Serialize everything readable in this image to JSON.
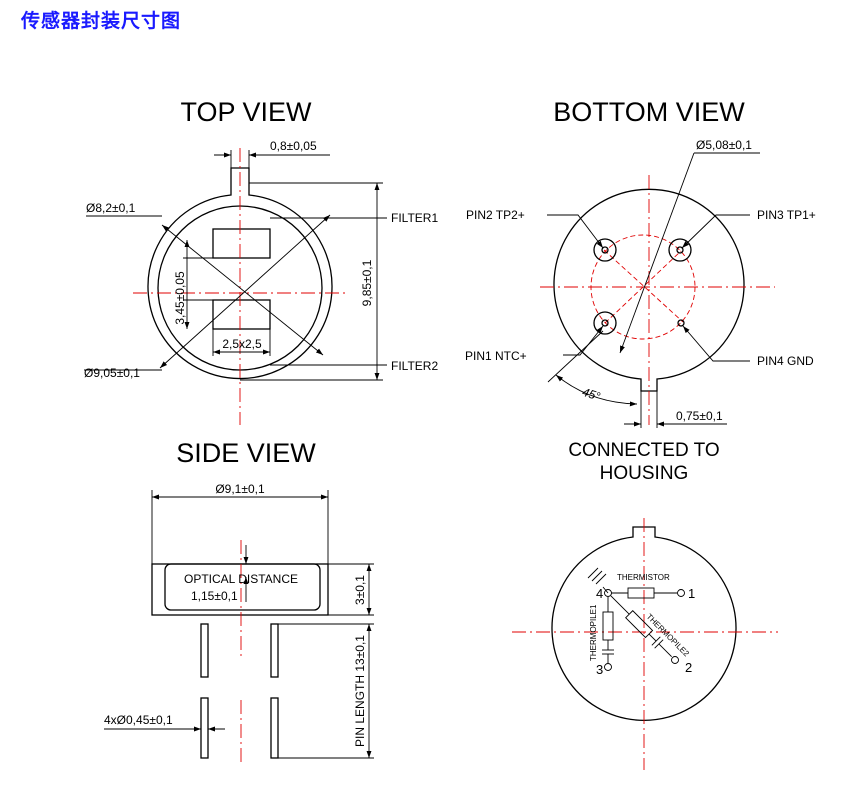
{
  "page": {
    "title": "传感器封装尺寸图"
  },
  "top_view": {
    "title": "TOP VIEW",
    "dim_tab_width": "0,8±0,05",
    "dim_d82": "Ø8,2±0,1",
    "dim_d905": "Ø9,05±0,1",
    "dim_window_gap": "3,45±0,05",
    "dim_window": "2,5x2,5",
    "dim_height": "9,85±0,1",
    "filter1": "FILTER1",
    "filter2": "FILTER2"
  },
  "bottom_view": {
    "title": "BOTTOM VIEW",
    "dim_pitch": "Ø5,08±0,1",
    "pin2": "PIN2 TP2+",
    "pin3": "PIN3 TP1+",
    "pin1": "PIN1 NTC+",
    "pin4": "PIN4 GND",
    "angle": "45°",
    "dim_tab": "0,75±0,1"
  },
  "side_view": {
    "title": "SIDE VIEW",
    "dim_diameter": "Ø9,1±0,1",
    "optical_label": "OPTICAL DISTANCE",
    "optical_value": "1,15±0,1",
    "dim_cap": "3±0,1",
    "dim_pin_dia": "4xØ0,45±0,1",
    "dim_pin_len": "PIN LENGTH 13±0,1"
  },
  "schematic": {
    "title_line1": "CONNECTED TO",
    "title_line2": "HOUSING",
    "thermistor": "THERMISTOR",
    "thermopile1": "THERMOPILE1",
    "thermopile2": "THERMOPILE2",
    "pin_1": "1",
    "pin_2": "2",
    "pin_3": "3",
    "pin_4": "4"
  }
}
